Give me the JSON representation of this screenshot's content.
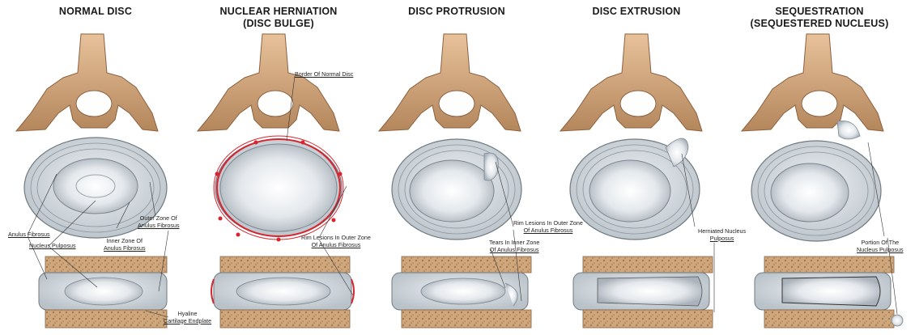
{
  "panels": [
    {
      "title_line1": "NORMAL DISC",
      "title_line2": ""
    },
    {
      "title_line1": "NUCLEAR HERNIATION",
      "title_line2": "(DISC BULGE)"
    },
    {
      "title_line1": "DISC PROTRUSION",
      "title_line2": ""
    },
    {
      "title_line1": "DISC EXTRUSION",
      "title_line2": ""
    },
    {
      "title_line1": "SEQUESTRATION",
      "title_line2": "(SEQUESTERED NUCLEUS)"
    }
  ],
  "labels": {
    "anulus_fibrosus": "Anulus Fibrosus",
    "nucleus_pulposus": "Nucleus Pulposus",
    "inner_zone_l1": "Inner Zone Of",
    "inner_zone_l2": "Anulus Fibrosus",
    "outer_zone_l1": "Outer Zone Of",
    "outer_zone_l2": "Anulus Fibrosus",
    "hyaline_l1": "Hyaline",
    "hyaline_l2": "Cartilage Endplate",
    "border_normal_disc": "Border Of Normal Disc",
    "rim_lesions_a_l1": "Rim Lesions In Outer Zone",
    "rim_lesions_a_l2": "Of Anulus Fibrosus",
    "rim_lesions_b_l1": "Rim Lesions In Outer Zone",
    "rim_lesions_b_l2": "Of Anulus Fibrosus",
    "tears_inner_l1": "Tears In Inner Zone",
    "tears_inner_l2": "Of Anulus Fibrosus",
    "herniated_l1": "Herniated Nucleus",
    "herniated_l2": "Pulposus",
    "portion_l1": "Portion Of The",
    "portion_l2": "Nucleus Pulposus"
  },
  "colors": {
    "bone": "#d9ad84",
    "bone_shadow": "#a97a52",
    "disc": "#d7dde2",
    "disc_ring": "#8a949c",
    "nucleus": "#eef1f3",
    "nucleus_shade": "#9aa4ac",
    "vertebral_body": "#c9a57e",
    "lesion_red": "#d6252e",
    "leader": "#333333"
  }
}
